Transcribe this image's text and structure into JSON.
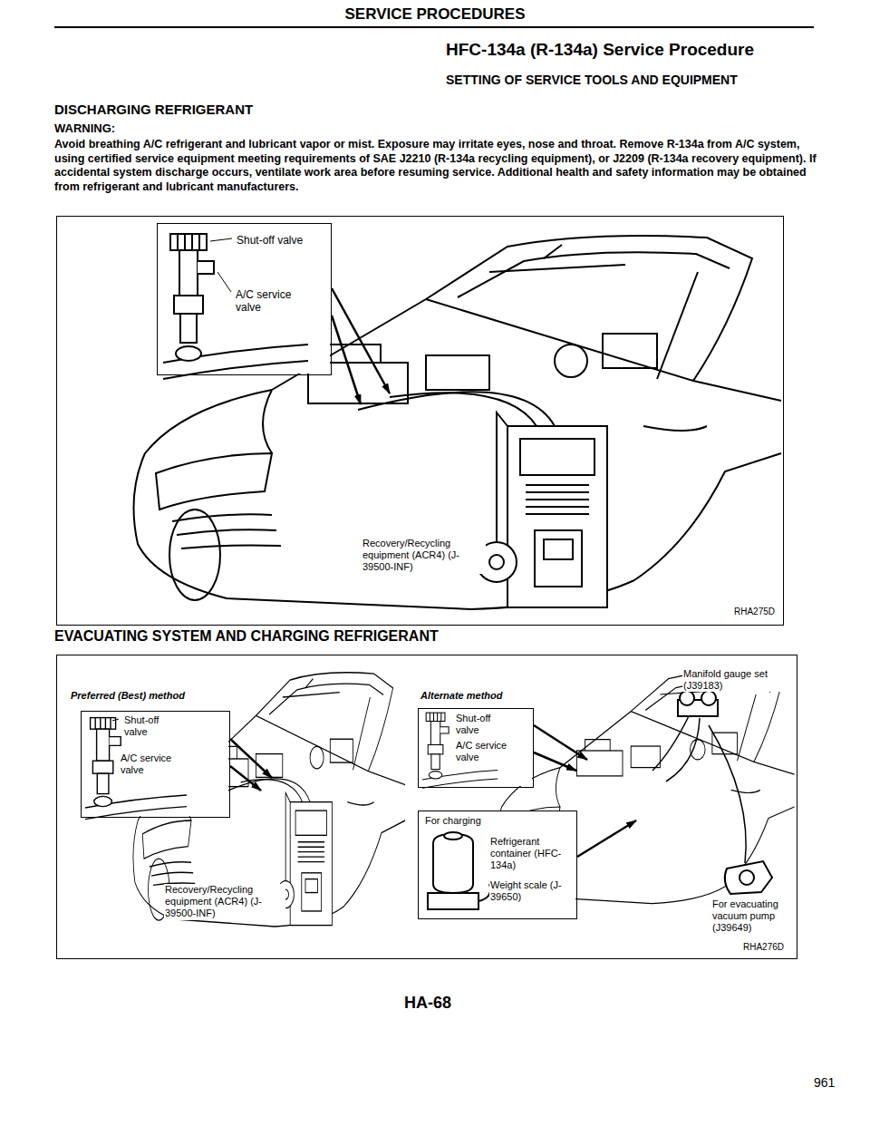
{
  "diagram": {
    "title": "SERVICE PROCEDURES",
    "nodes": [
      {
        "text": [
          "Recovery/Recycling equipment (ACR4) (J-39500-INF)",
          "RHA275D"
        ]
      },
      {
        "text": [
          "Shut-off valve",
          "A/C service valve"
        ],
        "in": 0
      },
      {
        "text": [
          "Preferred (Best) method",
          "Alternate method",
          "Manifold gauge set (J39183)",
          "Recovery/Recycling equipment (ACR4) (J-39500-INF)",
          "For evacuating vacuum pump (J39649)",
          "RHA276D"
        ]
      },
      {
        "text": [
          "Shut-off valve",
          "A/C service valve"
        ],
        "in": 2
      },
      {
        "text": [
          "Shut-off valve",
          "A/C service valve"
        ],
        "in": 2
      },
      {
        "text": [
          "For charging",
          "Refrigerant container (HFC-134a)",
          "Weight scale (J-39650)"
        ],
        "in": 2
      }
    ],
    "labels": [
      "HFC-134a (R-134a) Service Procedure",
      "SETTING OF SERVICE TOOLS AND EQUIPMENT",
      "DISCHARGING REFRIGERANT",
      "WARNING:",
      "Avoid breathing A/C refrigerant and lubricant vapor or mist. Exposure may irritate eyes, nose and throat. Remove R-134a from A/C system, using certified service equipment meeting requirements of SAE J2210 (R-134a recycling equipment), or J2209 (R-134a recovery equipment). If accidental system discharge occurs, ventilate work area before resuming service. Additional health and safety information may be obtained from refrigerant and lubricant manufacturers.",
      "EVACUATING SYSTEM AND CHARGING REFRIGERANT",
      "HA-68",
      "961"
    ]
  }
}
